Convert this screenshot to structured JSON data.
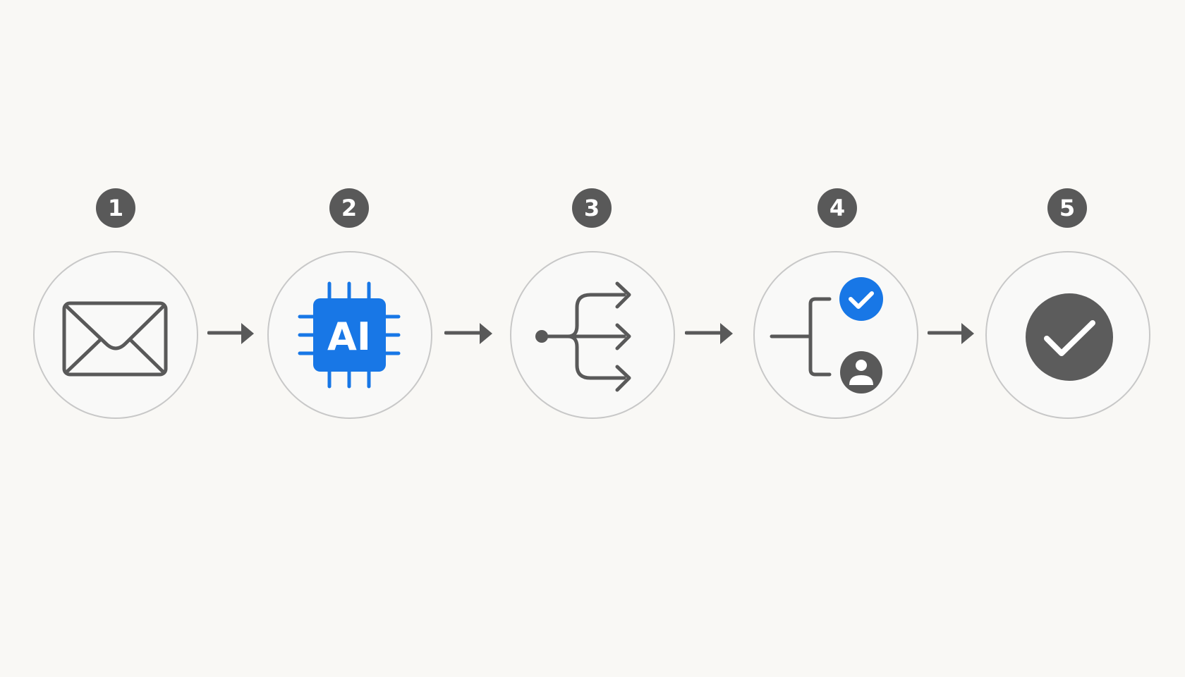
{
  "colors": {
    "background": "#f9f8f5",
    "badge": "#595959",
    "icon_stroke": "#595959",
    "accent_blue": "#1877e6",
    "circle_border": "#c8c8c8",
    "final_check": "#5c5c5c"
  },
  "steps": [
    {
      "number": "1",
      "icon": "email-envelope-icon"
    },
    {
      "number": "2",
      "icon": "ai-chip-icon",
      "icon_text": "AI"
    },
    {
      "number": "3",
      "icon": "branching-split-icon"
    },
    {
      "number": "4",
      "icon": "approval-routing-icon"
    },
    {
      "number": "5",
      "icon": "completed-check-icon"
    }
  ]
}
